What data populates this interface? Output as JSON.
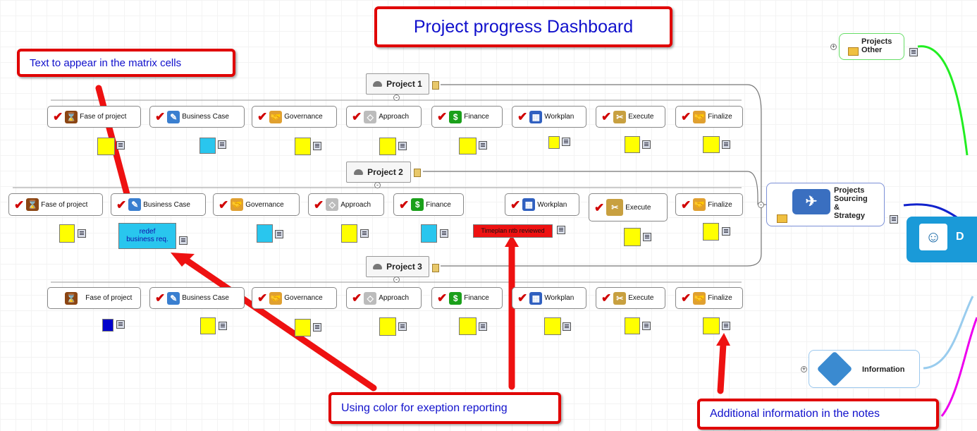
{
  "title": "Project progress Dashboard",
  "callouts": {
    "matrix_text": "Text to appear in the matrix cells",
    "color_exception": "Using color for exeption reporting",
    "notes_info": "Additional information in the notes"
  },
  "projects": [
    {
      "label": "Project 1"
    },
    {
      "label": "Project 2"
    },
    {
      "label": "Project 3"
    }
  ],
  "tasks": {
    "p1": [
      "Fase of project",
      "Business Case",
      "Governance",
      "Approach",
      "Finance",
      "Workplan",
      "Execute",
      "Finalize"
    ],
    "p2": [
      "Fase of project",
      "Business Case",
      "Governance",
      "Approach",
      "Finance",
      "Workplan",
      "Execute",
      "Finalize"
    ],
    "p3": [
      "Fase of project",
      "Business Case",
      "Governance",
      "Approach",
      "Finance",
      "Workplan",
      "Execute",
      "Finalize"
    ]
  },
  "cells": {
    "p2_business_case_line1": "redef",
    "p2_business_case_line2": "business req.",
    "p2_workplan_text": "Timeplan ntb reviewed"
  },
  "side_topics": {
    "other_line1": "Projects",
    "other_line2": "Other",
    "sourcing_line1": "Projects",
    "sourcing_line2": "Sourcing",
    "sourcing_line3": "&",
    "sourcing_line4": "Strategy",
    "information": "Information",
    "central_letter": "D"
  },
  "colors": {
    "callout_border": "#e00000",
    "callout_text": "#1010cc",
    "yellow": "#ffff00",
    "cyan": "#29c6ee",
    "blue": "#0000cc",
    "red": "#ee1111",
    "branch_green": "#22ee22",
    "branch_blue": "#1122cc",
    "branch_lightblue": "#99ccee",
    "branch_magenta": "#ee00ee"
  },
  "icons": [
    "hourglass-icon",
    "pencil-icon",
    "handshake-icon",
    "approach-icon",
    "dollar-icon",
    "calendar-icon",
    "tools-icon",
    "folder-icon",
    "brain-icon",
    "airplane-icon",
    "signpost-icon"
  ]
}
